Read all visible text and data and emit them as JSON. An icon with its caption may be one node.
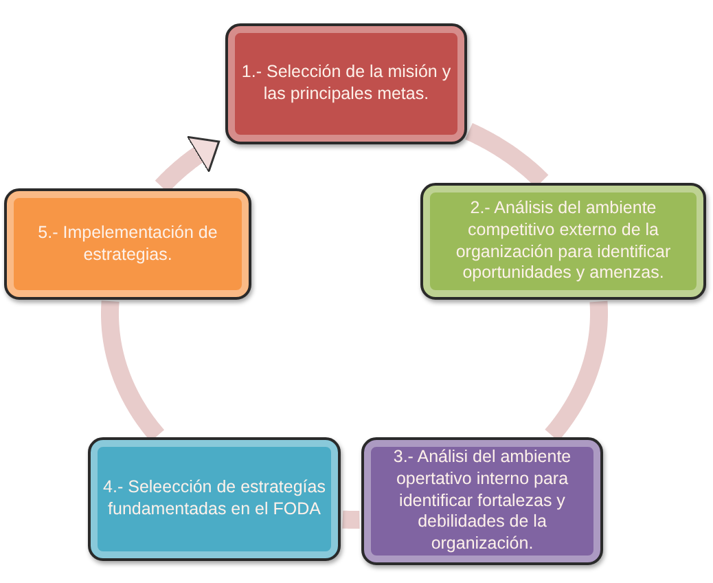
{
  "diagram": {
    "nodes": [
      {
        "text": [
          "1.- Selección de la misión y las principales metas."
        ]
      },
      {
        "text": [
          "2.- Análisis del ambiente competitivo externo de la organización para identificar oportunidades y amenzas."
        ]
      },
      {
        "text": [
          "3.- Análisi del ambiente opertativo interno para identificar fortalezas y debilidades de la organización."
        ]
      },
      {
        "text": [
          "4.- Seleección de estrategías fundamentadas en el FODA"
        ]
      },
      {
        "text": [
          "5.- Impelementación de estrategias."
        ]
      }
    ],
    "edges": [
      {
        "from": 0,
        "to": 1,
        "arrow": "none"
      },
      {
        "from": 1,
        "to": 2,
        "arrow": "none"
      },
      {
        "from": 2,
        "to": 3,
        "arrow": "none"
      },
      {
        "from": 3,
        "to": 4,
        "arrow": "none"
      },
      {
        "from": 4,
        "to": 0,
        "arrow": "to"
      }
    ]
  }
}
